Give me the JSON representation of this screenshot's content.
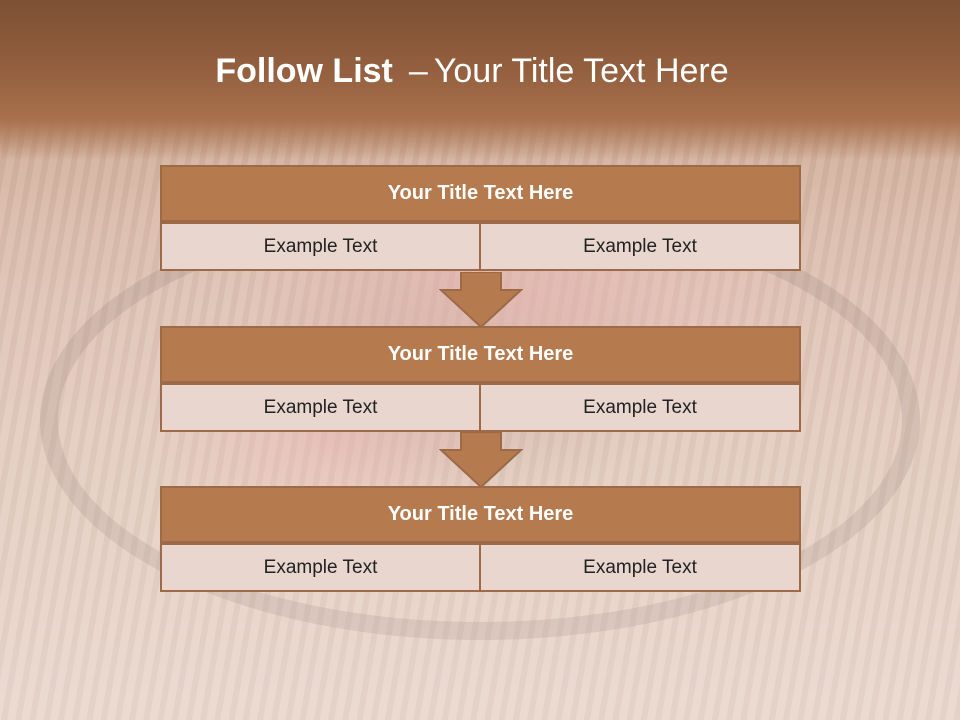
{
  "slide": {
    "title_bold": "Follow List",
    "title_separator": "–",
    "title_rest": "Your Title Text Here"
  },
  "colors": {
    "header": "#94603f",
    "block_header": "#b57b4f",
    "block_cell": "#e8d6cf",
    "border": "#9c6a46",
    "arrow": "#b57b4f"
  },
  "blocks": [
    {
      "title": "Your Title Text Here",
      "left": "Example Text",
      "right": "Example Text"
    },
    {
      "title": "Your Title Text Here",
      "left": "Example Text",
      "right": "Example Text"
    },
    {
      "title": "Your Title Text Here",
      "left": "Example Text",
      "right": "Example Text"
    }
  ]
}
